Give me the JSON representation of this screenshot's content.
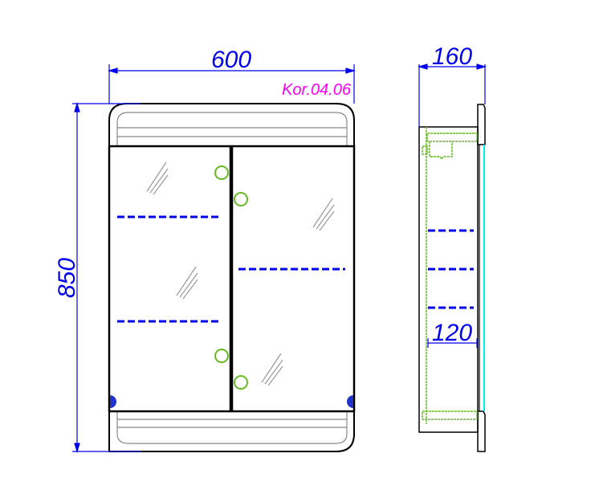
{
  "front_view": {
    "width_label": "600",
    "height_label": "850",
    "model_label": "Kor.04.06"
  },
  "side_view": {
    "depth_label": "160",
    "inner_depth_label": "120"
  },
  "colors": {
    "dimension": "#0000ee",
    "model_label": "#ff00ff",
    "hinge": "#66bb22",
    "light": "#00eeee",
    "outline": "#000000"
  }
}
